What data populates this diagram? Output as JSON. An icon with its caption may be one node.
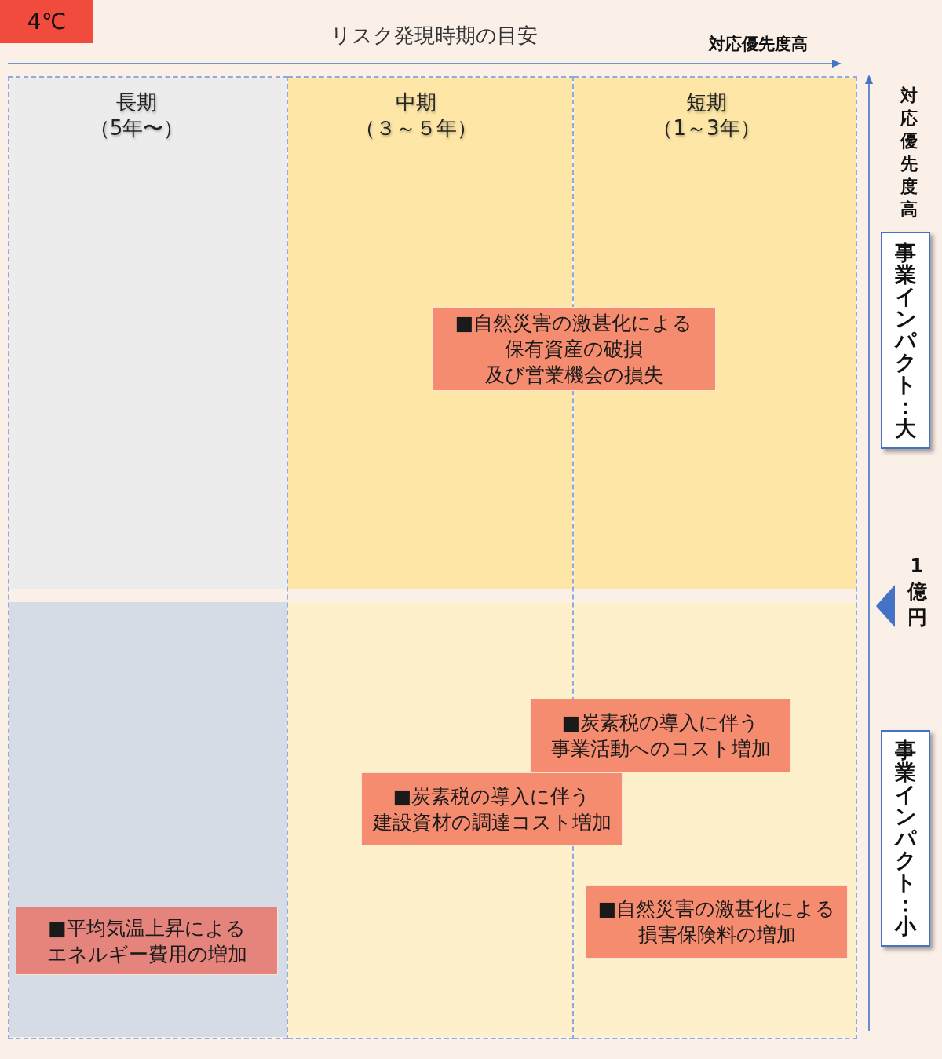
{
  "diagram": {
    "nodes": [
      {
        "text": [
          "4℃"
        ]
      },
      {
        "text": [
          "長期",
          "（5年〜）"
        ]
      },
      {
        "text": [
          "中期",
          "（３～５年）"
        ]
      },
      {
        "text": [
          "短期",
          "（1～3年）"
        ]
      },
      {
        "text": [
          "■自然災害の激甚化による保有資産の破損及び営業機会の損失"
        ]
      },
      {
        "text": [
          "■炭素税の導入に伴う事業活動へのコスト増加"
        ]
      },
      {
        "text": [
          "■炭素税の導入に伴う建設資材の調達コスト増加"
        ]
      },
      {
        "text": [
          "■自然災害の激甚化による損害保険料の増加"
        ],
        "in": 3
      },
      {
        "text": [
          "■平均気温上昇によるエネルギー費用の増加"
        ],
        "in": 1
      },
      {
        "text": [
          "事業インパクト：大"
        ]
      },
      {
        "text": [
          "事業インパクト：小"
        ]
      }
    ],
    "labels": [
      "リスク発現時期の目安",
      "対応優先度高",
      "対応優先度高",
      "1億円"
    ]
  }
}
